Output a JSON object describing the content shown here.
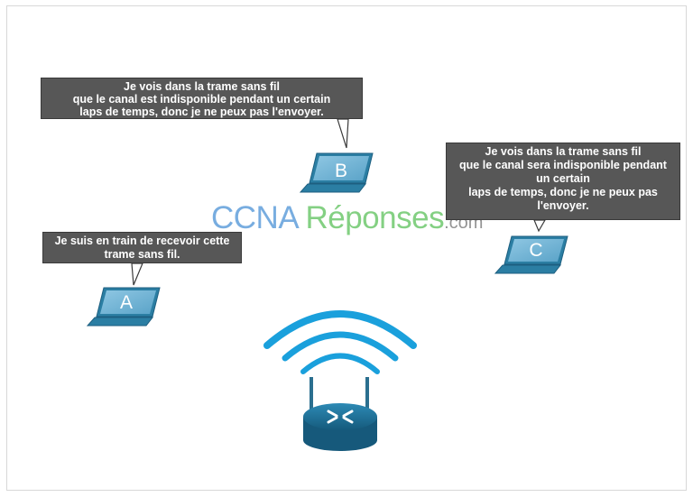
{
  "bubbles": {
    "b": [
      "Je vois dans la trame sans fil",
      "que le canal est indisponible pendant un certain",
      "laps de temps, donc je ne peux pas l'envoyer."
    ],
    "c": [
      "Je vois dans la trame sans fil",
      "que le canal sera indisponible pendant",
      "un certain",
      "laps de temps, donc je ne peux pas",
      "l'envoyer."
    ],
    "a": [
      "Je suis en train de recevoir cette",
      "trame sans fil."
    ]
  },
  "laptops": {
    "a": "A",
    "b": "B",
    "c": "C"
  },
  "watermark": {
    "part1": "CCNA ",
    "part2": "Réponses",
    "part3": ".com"
  },
  "colors": {
    "bubble": "#575757",
    "laptop": "#2b7ea3",
    "wifi": "#1aa0dc",
    "router": "#1f6e94"
  }
}
